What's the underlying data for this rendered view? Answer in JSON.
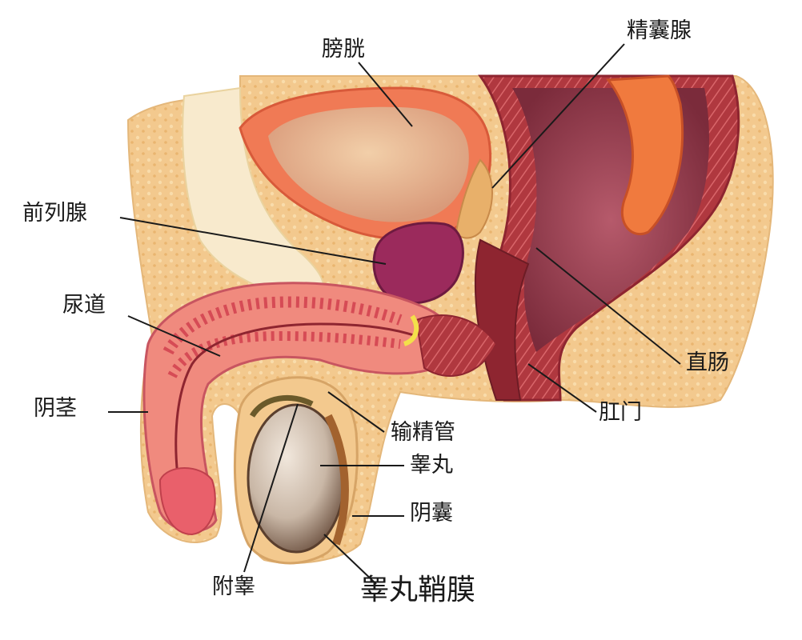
{
  "labels": {
    "bladder": "膀胱",
    "seminal_vesicle": "精囊腺",
    "prostate": "前列腺",
    "urethra": "尿道",
    "penis": "阴茎",
    "vas_deferens": "输精管",
    "testis": "睾丸",
    "scrotum": "阴囊",
    "epididymis": "附睾",
    "tunica_vaginalis": "睾丸鞘膜",
    "rectum": "直肠",
    "anus": "肛门"
  }
}
